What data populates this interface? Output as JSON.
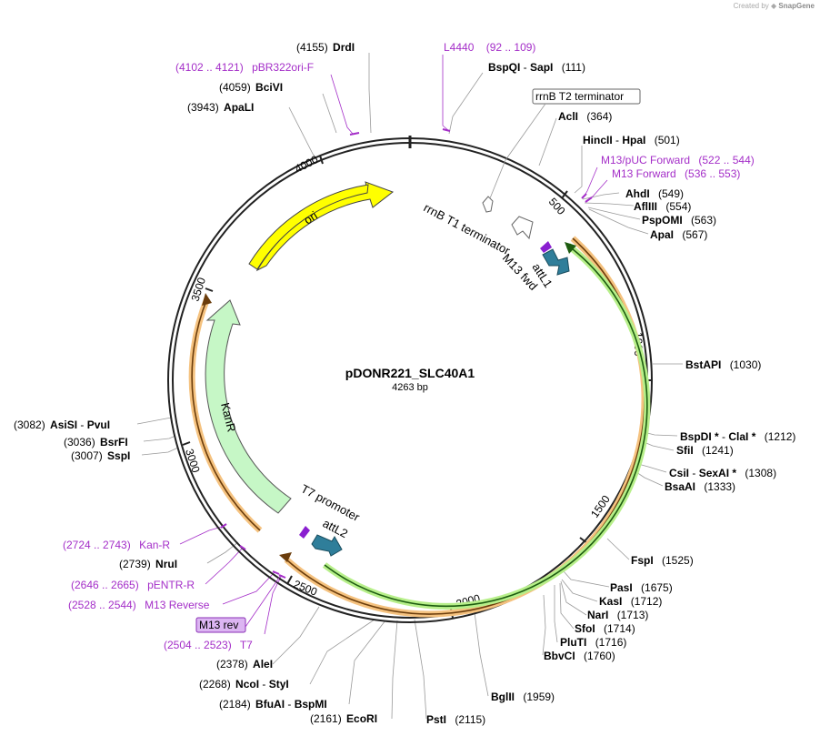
{
  "credit": {
    "prefix": "Created by",
    "brand": "SnapGene"
  },
  "plasmid": {
    "name": "pDONR221_SLC40A1",
    "length_label": "4263 bp",
    "length": 4263
  },
  "ticks": [
    "500",
    "1000",
    "1500",
    "2000",
    "2500",
    "3000",
    "3500",
    "4000"
  ],
  "features": {
    "ori": "ori",
    "kanr": "KanR",
    "rrnb_t1": "rrnB T1 terminator",
    "rrnb_t2": "rrnB T2 terminator",
    "m13_fwd": "M13 fwd",
    "attl1": "attL1",
    "t7_promoter": "T7 promoter",
    "attl2": "attL2",
    "m13_rev": "M13 rev"
  },
  "enzymes": {
    "drdi": {
      "name": "DrdI",
      "pos": "(4155)"
    },
    "bcivi": {
      "name": "BciVI",
      "pos": "(4059)"
    },
    "apali": {
      "name": "ApaLI",
      "pos": "(3943)"
    },
    "bspqi": {
      "name": "BspQI",
      "sep": " - ",
      "name2": "SapI",
      "pos": "(111)"
    },
    "acli": {
      "name": "AclI",
      "pos": "(364)"
    },
    "hincii": {
      "name": "HincII",
      "sep": " - ",
      "name2": "HpaI",
      "pos": "(501)"
    },
    "ahdi": {
      "name": "AhdI",
      "pos": "(549)"
    },
    "aflii": {
      "name": "AflIII",
      "pos": "(554)"
    },
    "pspomi": {
      "name": "PspOMI",
      "pos": "(563)"
    },
    "apai": {
      "name": "ApaI",
      "pos": "(567)"
    },
    "bstapi": {
      "name": "BstAPI",
      "pos": "(1030)"
    },
    "bspdi": {
      "name": "BspDI *",
      "sep": " - ",
      "name2": "ClaI *",
      "pos": "(1212)"
    },
    "sfii": {
      "name": "SfiI",
      "pos": "(1241)"
    },
    "csii": {
      "name": "CsiI",
      "sep": " - ",
      "name2": "SexAI *",
      "pos": "(1308)"
    },
    "bsaai": {
      "name": "BsaAI",
      "pos": "(1333)"
    },
    "fspi": {
      "name": "FspI",
      "pos": "(1525)"
    },
    "pasi": {
      "name": "PasI",
      "pos": "(1675)"
    },
    "kasi": {
      "name": "KasI",
      "pos": "(1712)"
    },
    "nari": {
      "name": "NarI",
      "pos": "(1713)"
    },
    "sfoi": {
      "name": "SfoI",
      "pos": "(1714)"
    },
    "pluti": {
      "name": "PluTI",
      "pos": "(1716)"
    },
    "bbvci": {
      "name": "BbvCI",
      "pos": "(1760)"
    },
    "bglii": {
      "name": "BglII",
      "pos": "(1959)"
    },
    "psti": {
      "name": "PstI",
      "pos": "(2115)"
    },
    "ecori": {
      "name": "EcoRI",
      "pos": "(2161)"
    },
    "bfuai": {
      "name": "BfuAI",
      "sep": " - ",
      "name2": "BspMI",
      "pos": "(2184)"
    },
    "ncoi": {
      "name": "NcoI",
      "sep": " - ",
      "name2": "StyI",
      "pos": "(2268)"
    },
    "alei": {
      "name": "AleI",
      "pos": "(2378)"
    },
    "nrui": {
      "name": "NruI",
      "pos": "(2739)"
    },
    "bsrfi": {
      "name": "BsrFI",
      "pos": "(3036)"
    },
    "sspi": {
      "name": "SspI",
      "pos": "(3007)"
    },
    "asisi": {
      "name": "AsiSI",
      "sep": " - ",
      "name2": "PvuI",
      "pos": "(3082)"
    }
  },
  "primers": {
    "l4440": {
      "name": "L4440",
      "range": "(92 .. 109)"
    },
    "pbr322": {
      "name": "pBR322ori-F",
      "range": "(4102 .. 4121)"
    },
    "m13puc": {
      "name": "M13/pUC Forward",
      "range": "(522 .. 544)"
    },
    "m13f": {
      "name": "M13 Forward",
      "range": "(536 .. 553)"
    },
    "kanr": {
      "name": "Kan-R",
      "range": "(2724 .. 2743)"
    },
    "pentr": {
      "name": "pENTR-R",
      "range": "(2646 .. 2665)"
    },
    "m13r": {
      "name": "M13 Reverse",
      "range": "(2528 .. 2544)"
    },
    "t7": {
      "name": "T7",
      "range": "(2504 .. 2523)"
    }
  },
  "colors": {
    "backbone": "#222222",
    "ori": "#ffff00",
    "kanr": "#c6f7c6",
    "orf_highlight": "#f5c27f",
    "insert_highlight": "#b7ef8a",
    "att_site": "#2f7e9a",
    "primer": "#a42ec8",
    "terminator_outline": "#888888"
  }
}
